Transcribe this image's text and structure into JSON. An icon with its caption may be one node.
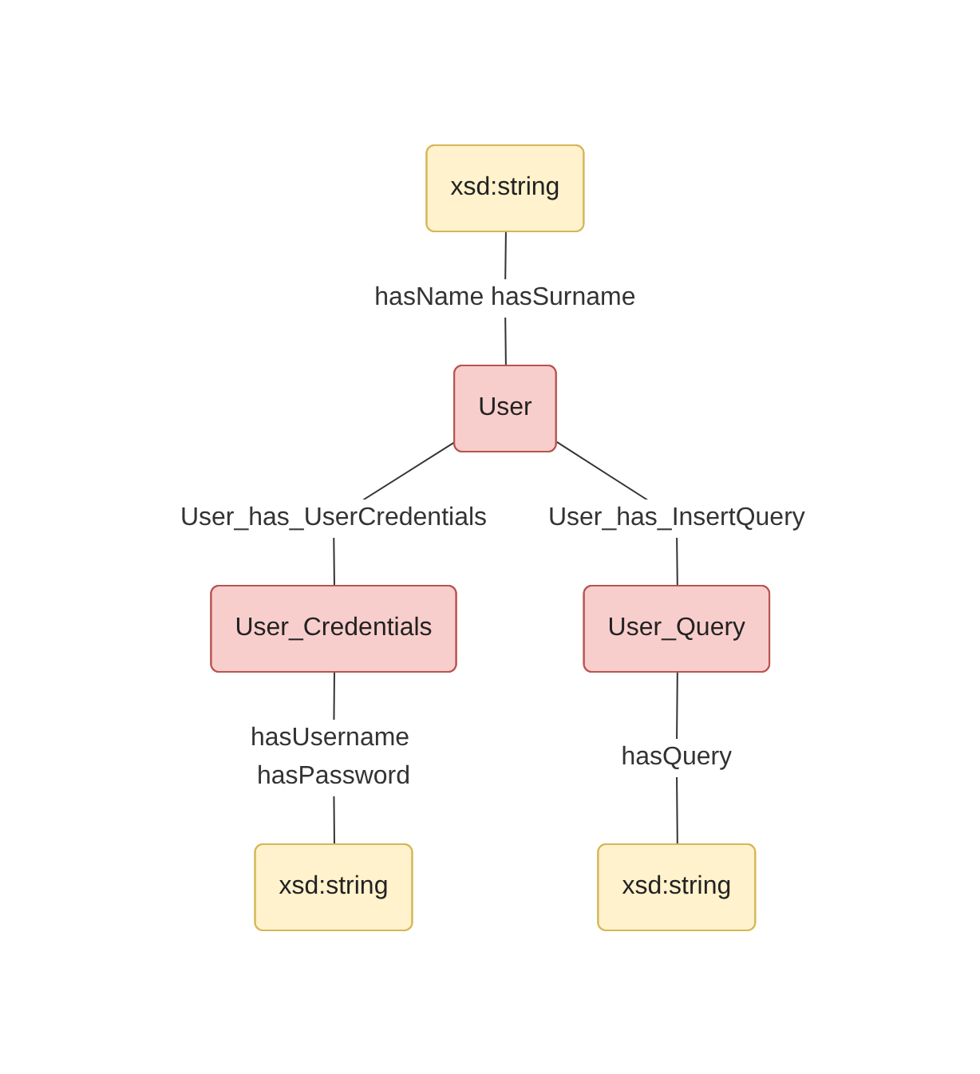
{
  "diagram": {
    "nodes": [
      {
        "text": [
          "xsd:string"
        ]
      },
      {
        "text": [
          "User"
        ]
      },
      {
        "text": [
          "User_Credentials"
        ]
      },
      {
        "text": [
          "User_Query"
        ]
      },
      {
        "text": [
          "xsd:string"
        ]
      },
      {
        "text": [
          "xsd:string"
        ]
      }
    ],
    "edges": [
      {
        "from": 0,
        "to": 1,
        "arrow": "none",
        "label": "hasName hasSurname"
      },
      {
        "from": 1,
        "to": 2,
        "arrow": "none",
        "label": "User_has_UserCredentials"
      },
      {
        "from": 1,
        "to": 3,
        "arrow": "none",
        "label": "User_has_InsertQuery"
      },
      {
        "from": 2,
        "to": 4,
        "arrow": "none",
        "label": "hasUsername hasPassword"
      },
      {
        "from": 3,
        "to": 5,
        "arrow": "none",
        "label": "hasQuery"
      }
    ]
  }
}
